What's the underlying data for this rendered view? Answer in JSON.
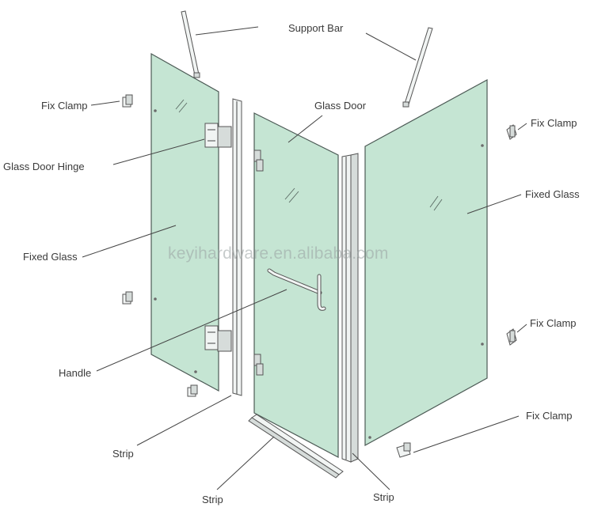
{
  "labels": {
    "support_bar": "Support Bar",
    "fix_clamp_left": "Fix Clamp",
    "glass_door": "Glass Door",
    "fix_clamp_right_top": "Fix Clamp",
    "glass_door_hinge": "Glass Door Hinge",
    "fixed_glass_right": "Fixed Glass",
    "fixed_glass_left": "Fixed Glass",
    "fix_clamp_right_mid": "Fix Clamp",
    "handle": "Handle",
    "fix_clamp_right_bottom": "Fix Clamp",
    "strip_left": "Strip",
    "strip_bottom": "Strip",
    "strip_right": "Strip"
  },
  "watermark": "keyihardware.en.alibaba.com",
  "colors": {
    "glass": "#c5e5d3",
    "outline": "#4c5a55",
    "label_text": "#3a3a3a"
  }
}
